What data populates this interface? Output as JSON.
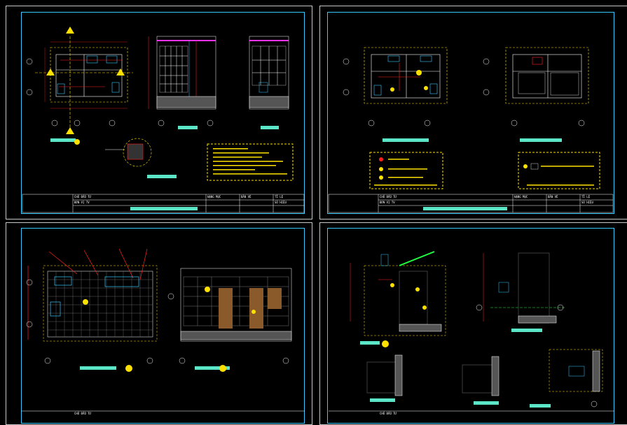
{
  "sheets": [
    {
      "id": "s1",
      "title_block": {
        "c1": "CHỦ ĐẦU TƯ",
        "c2": "ĐƠN VỊ TV",
        "c3": "HẠNG MỤC",
        "c4": "BẢN VẼ",
        "c5": "TỈ LỆ",
        "c6": "SỐ HIỆU"
      }
    },
    {
      "id": "s2",
      "title_block": {
        "c1": "CHỦ ĐẦU TƯ",
        "c2": "ĐƠN VỊ TV",
        "c3": "HẠNG MỤC",
        "c4": "BẢN VẼ",
        "c5": "TỈ LỆ",
        "c6": "SỐ HIỆU"
      }
    },
    {
      "id": "s3",
      "title_block": {
        "c1": "CHỦ ĐẦU TƯ",
        "c2": "",
        "c3": "",
        "c4": "",
        "c5": "",
        "c6": ""
      }
    },
    {
      "id": "s4",
      "title_block": {
        "c1": "CHỦ ĐẦU TƯ",
        "c2": "",
        "c3": "",
        "c4": "",
        "c5": "",
        "c6": ""
      }
    }
  ],
  "colors": {
    "border": "#c8c8c8",
    "frame": "#38c8ff",
    "yellow": "#ffe100",
    "magenta": "#ff33ff",
    "red": "#ff2020",
    "green": "#20ff40",
    "white": "#ffffff",
    "cyan": "#5ce6c8"
  }
}
